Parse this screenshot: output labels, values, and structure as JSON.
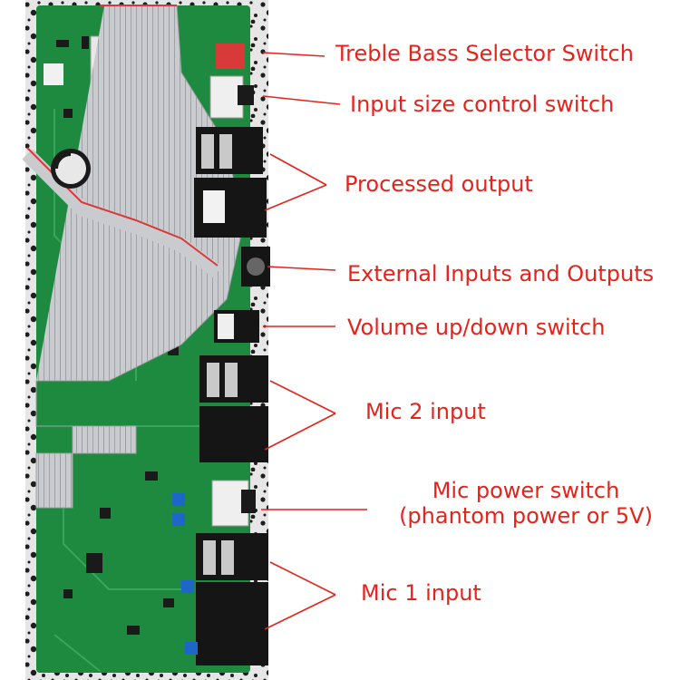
{
  "colors": {
    "background": "#ffffff",
    "marble_base": "#e6e6e6",
    "marble_spot": "#1e1e1e",
    "pcb_green": "#1d8a3f",
    "pcb_trace": "#36a65a",
    "ribbon": "#c9cbcf",
    "ribbon_stripe": "#d63a3a",
    "jack_metal": "#c9c9c9",
    "connector_black": "#151515",
    "switch_red": "#d83a3a",
    "trim_blue": "#1f66c9",
    "label_red": "#e4231b"
  },
  "callouts": [
    {
      "id": "treble-bass",
      "text": "Treble Bass Selector Switch"
    },
    {
      "id": "input-size",
      "text": "Input size control switch"
    },
    {
      "id": "processed-output",
      "text": "Processed output"
    },
    {
      "id": "external-io",
      "text": "External Inputs and Outputs"
    },
    {
      "id": "volume",
      "text": "Volume up/down switch"
    },
    {
      "id": "mic2",
      "text": "Mic 2 input"
    },
    {
      "id": "mic-power",
      "text": "Mic power switch",
      "text2": "(phantom power or 5V)"
    },
    {
      "id": "mic1",
      "text": "Mic 1 input"
    }
  ],
  "icons": {
    "board": "circuit-board-photo",
    "ribbon": "ribbon-cable",
    "jack": "quarter-inch-jack",
    "xlr": "xlr-connector",
    "toggle": "slide-switch",
    "capacitor": "electrolytic-capacitor"
  }
}
